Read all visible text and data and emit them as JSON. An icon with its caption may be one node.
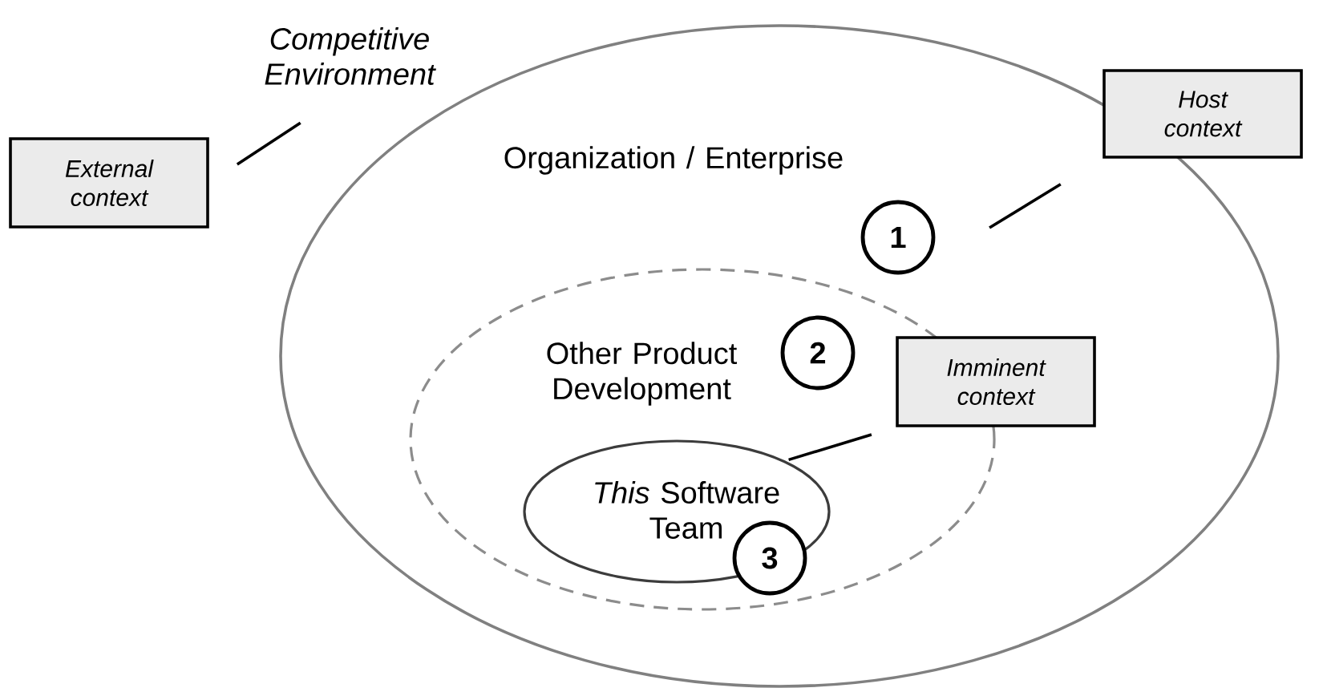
{
  "diagram": {
    "nodes": [
      {
        "text": [
          "Competitive Environment"
        ]
      },
      {
        "text": [
          "External context"
        ]
      },
      {
        "text": [
          "Organization / Enterprise"
        ]
      },
      {
        "text": [
          "1"
        ],
        "in": 2
      },
      {
        "text": [
          "Other Product Development"
        ],
        "in": 2
      },
      {
        "text": [
          "2"
        ],
        "in": 4
      },
      {
        "text": [
          "*This* Software Team"
        ],
        "in": 4
      },
      {
        "text": [
          "3"
        ],
        "in": 4
      },
      {
        "text": [
          "Host context"
        ]
      },
      {
        "text": [
          "Imminent context"
        ],
        "in": 2
      }
    ],
    "edges": [
      {
        "from": 1,
        "to": 0,
        "arrow": "none"
      },
      {
        "from": 8,
        "to": 2,
        "arrow": "none"
      },
      {
        "from": 9,
        "to": 6,
        "arrow": "none"
      }
    ]
  }
}
